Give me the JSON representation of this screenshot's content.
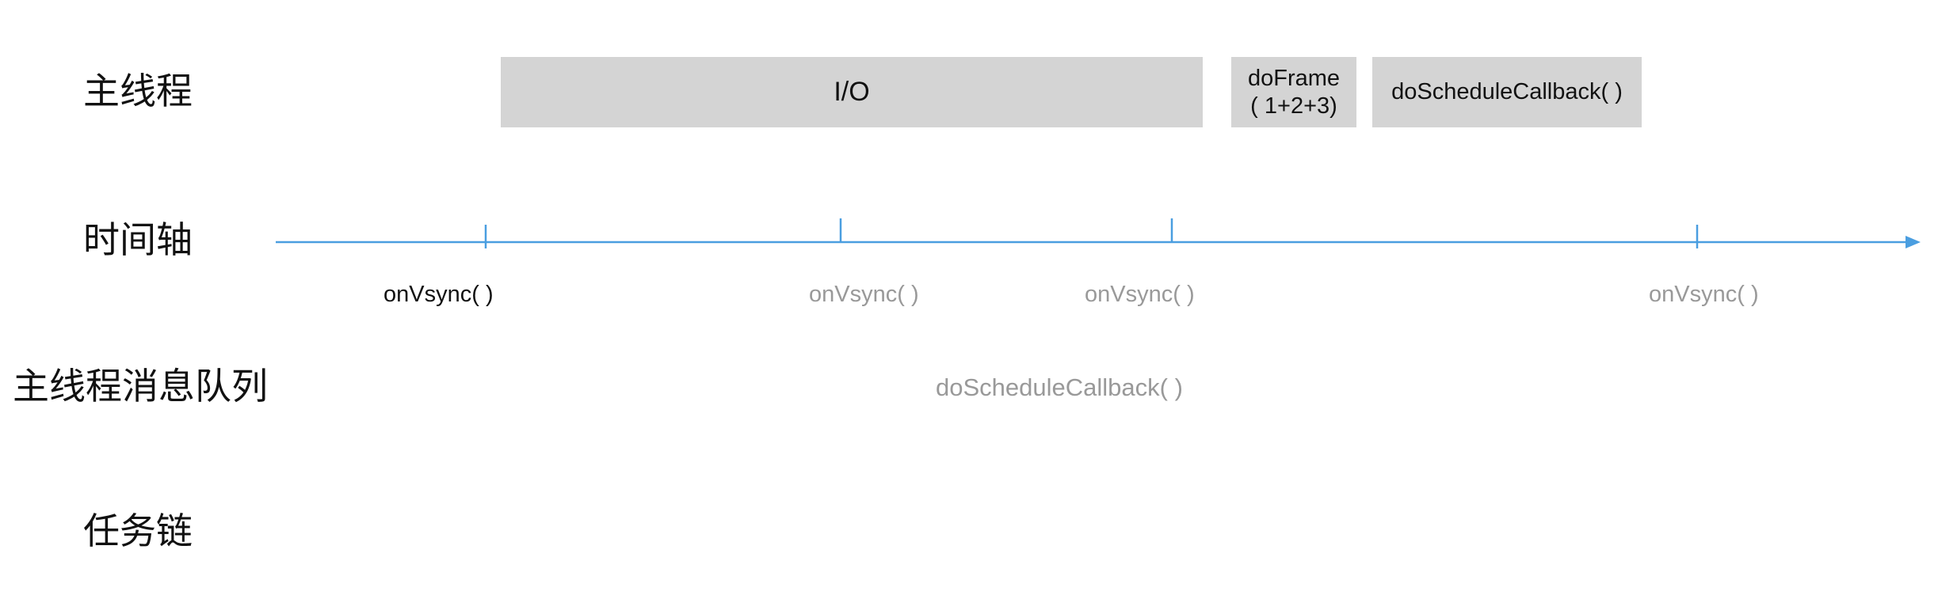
{
  "rows": {
    "main_thread": "主线程",
    "timeline": "时间轴",
    "main_queue": "主线程消息队列",
    "task_chain": "任务链"
  },
  "blocks": {
    "io": "I/O",
    "doframe_line1": "doFrame",
    "doframe_line2": "( 1+2+3)",
    "doschedule": "doScheduleCallback( )"
  },
  "vsync": [
    {
      "label": "onVsync( )",
      "color": "#111111"
    },
    {
      "label": "onVsync( )",
      "color": "#999999"
    },
    {
      "label": "onVsync( )",
      "color": "#999999"
    },
    {
      "label": "onVsync( )",
      "color": "#999999"
    }
  ],
  "queue_item": {
    "label": "doScheduleCallback( )",
    "color": "#999999"
  },
  "colors": {
    "axis": "#4a9ee0",
    "block_fill": "#d4d4d4"
  }
}
